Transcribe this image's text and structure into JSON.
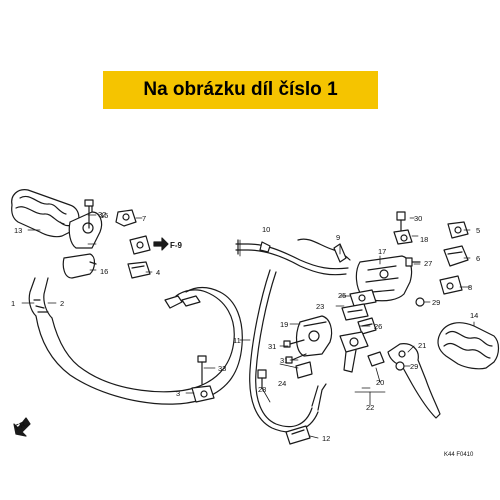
{
  "banner": {
    "text": "Na obrázku díl číslo 1",
    "background": "#f5c400"
  },
  "diagram_code": "K44 F0410",
  "front_marker": "FR.",
  "reference_arrow": "F-9",
  "callouts": [
    "1",
    "2",
    "3",
    "4",
    "5",
    "6",
    "7",
    "8",
    "9",
    "10",
    "11",
    "12",
    "13",
    "14",
    "15",
    "16",
    "17",
    "18",
    "19",
    "20",
    "21",
    "22",
    "23",
    "24",
    "25",
    "26",
    "27",
    "28",
    "29",
    "29",
    "30",
    "31",
    "31",
    "32",
    "33"
  ],
  "colors": {
    "line": "#1a1a1a",
    "part_fill": "#ffffff",
    "shade": "#9a9a9a"
  }
}
